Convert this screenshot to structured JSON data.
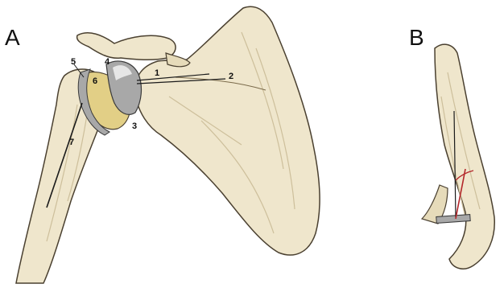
{
  "panels": [
    {
      "letter": "A"
    },
    {
      "letter": "B"
    }
  ],
  "labels": [
    "1",
    "2",
    "3",
    "4",
    "5",
    "6",
    "7"
  ],
  "colors": {
    "bone": "#efe6cc",
    "bone_outline": "#4a4030",
    "bone_shadow": "#cdbf9b",
    "implant_metal": "#a8a8a8",
    "implant_highlight": "#e6e6e6",
    "liner": "#e2cf86",
    "screw_line": "#1a1a1a",
    "fracture_line": "#b3262a"
  }
}
